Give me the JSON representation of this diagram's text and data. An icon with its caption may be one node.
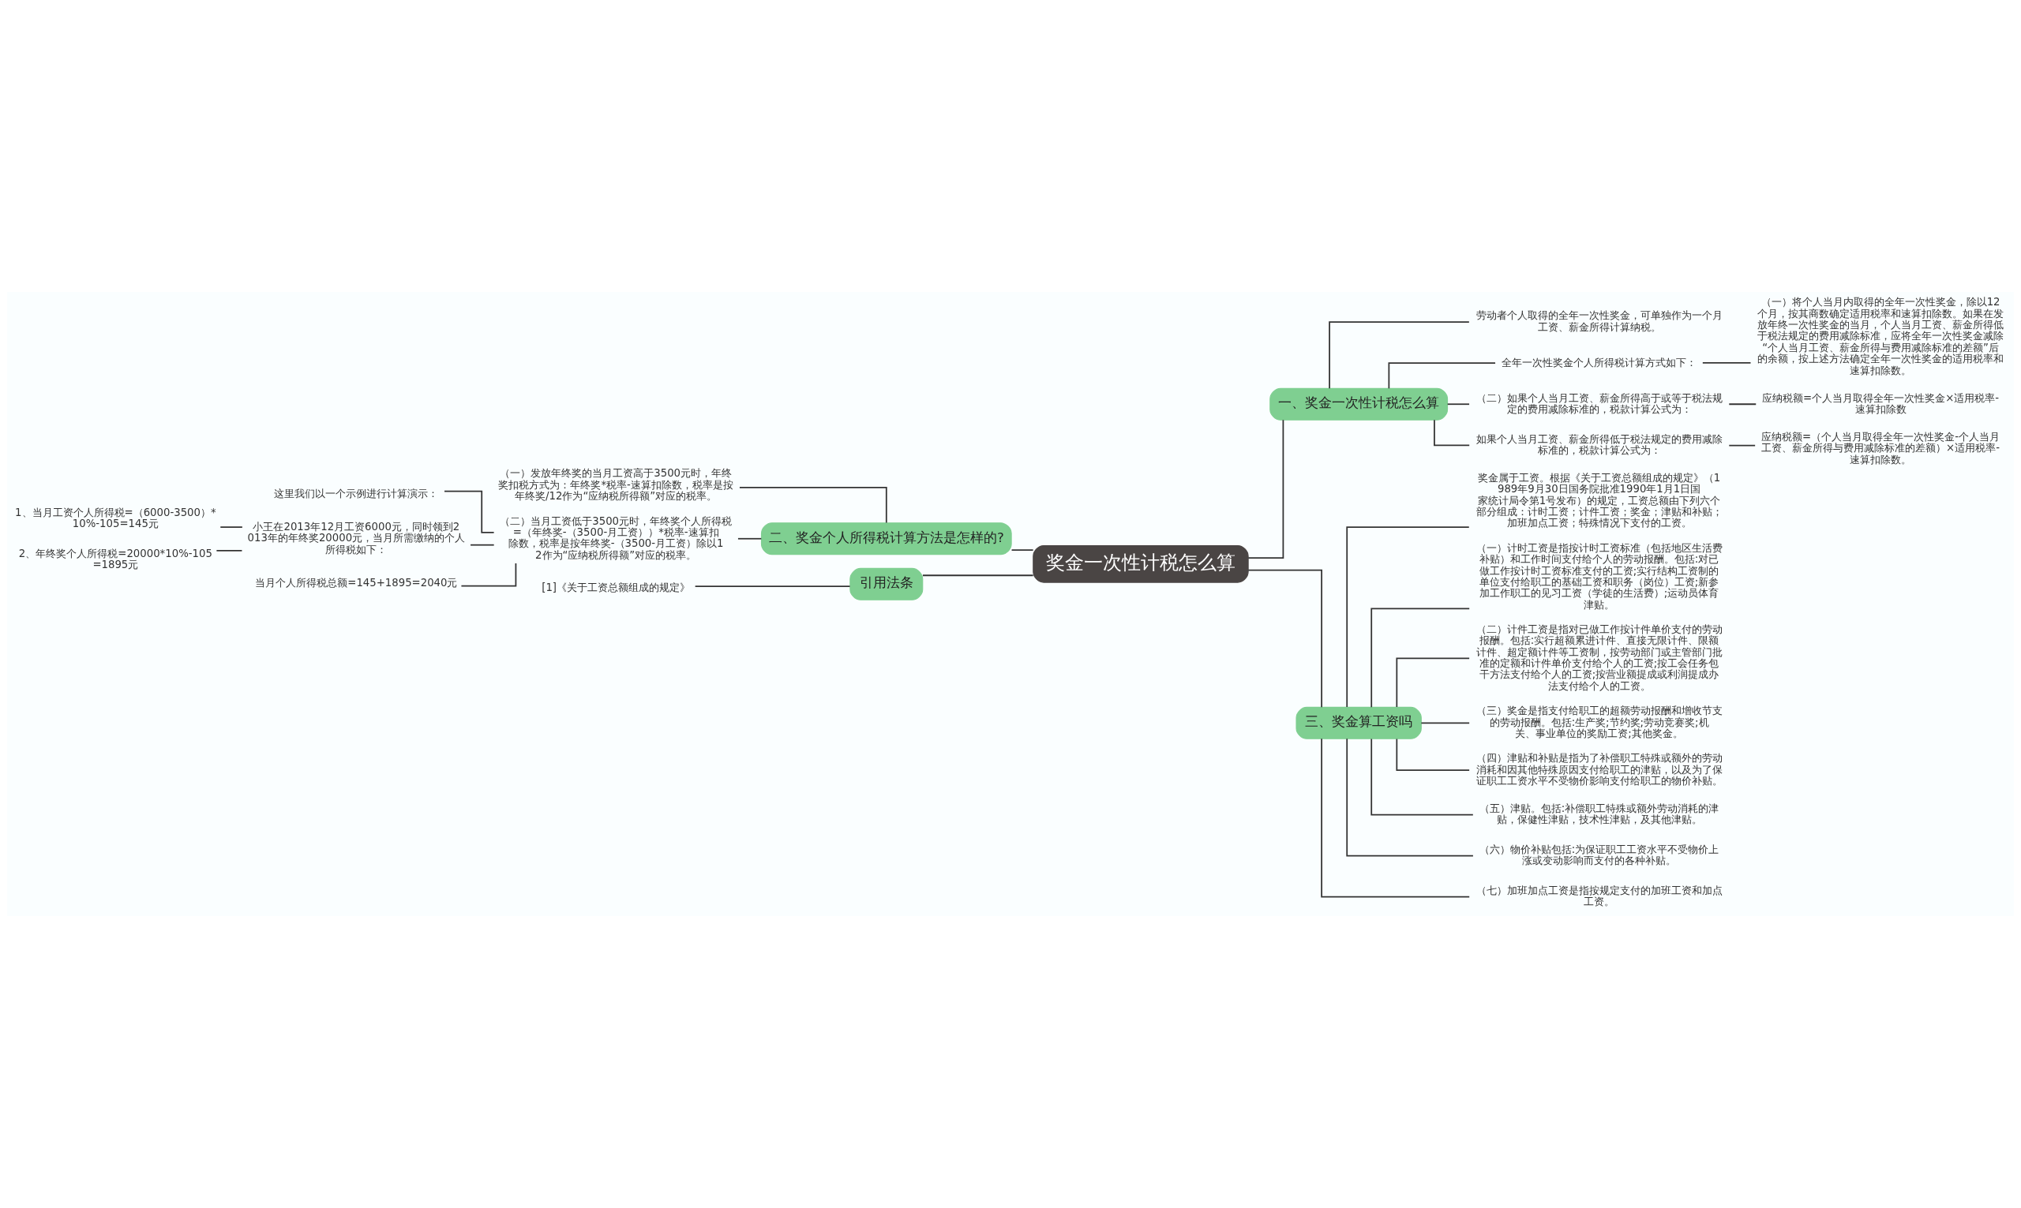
{
  "diagram": {
    "nodes": [
      {
        "text": [
          "奖金一次性计税怎么算"
        ]
      },
      {
        "text": [
          "一、奖金一次性计税怎么算"
        ]
      },
      {
        "text": [
          "劳动者个人取得的全年一次性奖金，可单独作为一个月工资、薪金所得计算纳税。"
        ]
      },
      {
        "text": [
          "全年一次性奖金个人所得税计算方式如下："
        ]
      },
      {
        "text": [
          "（一）将个人当月内取得的全年一次性奖金，除以12个月，按其商数确定适用税率和速算扣除数。如果在发放年终一次性奖金的当月，个人当月工资、薪金所得低于税法规定的费用减除标准，应将全年一次性奖金减除“个人当月工资、薪金所得与费用减除标准的差额”后的余额，按上述方法确定全年一次性奖金的适用税率和速算扣除数。"
        ]
      },
      {
        "text": [
          "（二）如果个人当月工资、薪金所得高于或等于税法规定的费用减除标准的，税款计算公式为："
        ]
      },
      {
        "text": [
          "应纳税额=个人当月取得全年一次性奖金×适用税率-速算扣除数"
        ]
      },
      {
        "text": [
          "如果个人当月工资、薪金所得低于税法规定的费用减除标准的，税款计算公式为："
        ]
      },
      {
        "text": [
          "应纳税额=（个人当月取得全年一次性奖金-个人当月工资、薪金所得与费用减除标准的差额）×适用税率-速算扣除数。"
        ]
      },
      {
        "text": [
          "三、奖金算工资吗"
        ]
      },
      {
        "text": [
          "奖金属于工资。根据《关于工资总额组成的规定》（1989年9月30日国务院批准1990年1月1日国家统计局令第1号发布）的规定，工资总额由下列六个部分组成：计时工资；计件工资；奖金；津贴和补贴；加班加点工资；特殊情况下支付的工资。"
        ]
      },
      {
        "text": [
          "（一）计时工资是指按计时工资标准（包括地区生活费补贴）和工作时间支付给个人的劳动报酬。包括:对已做工作按计时工资标准支付的工资;实行结构工资制的单位支付给职工的基础工资和职务（岗位）工资;新参加工作职工的见习工资（学徒的生活费）;运动员体育津贴。"
        ]
      },
      {
        "text": [
          "（二）计件工资是指对已做工作按计件单价支付的劳动报酬。包括:实行超额累进计件、直接无限计件、限额计件、超定额计件等工资制，按劳动部门或主管部门批准的定额和计件单价支付给个人的工资;按工会任务包干方法支付给个人的工资;按营业额提成或利润提成办法支付给个人的工资。"
        ]
      },
      {
        "text": [
          "（三）奖金是指支付给职工的超额劳动报酬和增收节支的劳动报酬。包括:生产奖;节约奖;劳动竞赛奖;机关、事业单位的奖励工资;其他奖金。"
        ]
      },
      {
        "text": [
          "（四）津贴和补贴是指为了补偿职工特殊或额外的劳动消耗和因其他特殊原因支付给职工的津贴，以及为了保证职工工资水平不受物价影响支付给职工的物价补贴。"
        ]
      },
      {
        "text": [
          "（五）津贴。包括:补偿职工特殊或额外劳动消耗的津贴，保健性津贴，技术性津贴，及其他津贴。"
        ]
      },
      {
        "text": [
          "（六）物价补贴包括:为保证职工工资水平不受物价上涨或变动影响而支付的各种补贴。"
        ]
      },
      {
        "text": [
          "（七）加班加点工资是指按规定支付的加班工资和加点工资。"
        ]
      },
      {
        "text": [
          "二、奖金个人所得税计算方法是怎样的?"
        ]
      },
      {
        "text": [
          "（一）发放年终奖的当月工资高于3500元时，年终奖扣税方式为：年终奖*税率-速算扣除数，税率是按年终奖/12作为“应纳税所得额”对应的税率。"
        ]
      },
      {
        "text": [
          "（二）当月工资低于3500元时，年终奖个人所得税=（年终奖-（3500-月工资））*税率-速算扣除数，税率是按年终奖-（3500-月工资）除以12作为“应纳税所得额”对应的税率。"
        ]
      },
      {
        "text": [
          "这里我们以一个示例进行计算演示："
        ]
      },
      {
        "text": [
          "小王在2013年12月工资6000元，同时领到2013年的年终奖20000元，当月所需缴纳的个人所得税如下："
        ]
      },
      {
        "text": [
          "1、当月工资个人所得税=（6000-3500）*10%-105=145元"
        ]
      },
      {
        "text": [
          "2、年终奖个人所得税=20000*10%-105=1895元"
        ]
      },
      {
        "text": [
          "当月个人所得税总额=145+1895=2040元"
        ]
      },
      {
        "text": [
          "引用法条"
        ]
      },
      {
        "text": [
          "[1]《关于工资总额组成的规定》"
        ]
      }
    ],
    "edges": [
      {
        "from": 0,
        "to": 1,
        "arrow": "none"
      },
      {
        "from": 1,
        "to": 2,
        "arrow": "none"
      },
      {
        "from": 1,
        "to": 3,
        "arrow": "none"
      },
      {
        "from": 3,
        "to": 4,
        "arrow": "none"
      },
      {
        "from": 1,
        "to": 5,
        "arrow": "none"
      },
      {
        "from": 5,
        "to": 6,
        "arrow": "none"
      },
      {
        "from": 1,
        "to": 7,
        "arrow": "none"
      },
      {
        "from": 7,
        "to": 8,
        "arrow": "none"
      },
      {
        "from": 0,
        "to": 9,
        "arrow": "none"
      },
      {
        "from": 9,
        "to": 10,
        "arrow": "none"
      },
      {
        "from": 9,
        "to": 11,
        "arrow": "none"
      },
      {
        "from": 9,
        "to": 12,
        "arrow": "none"
      },
      {
        "from": 9,
        "to": 13,
        "arrow": "none"
      },
      {
        "from": 9,
        "to": 14,
        "arrow": "none"
      },
      {
        "from": 9,
        "to": 15,
        "arrow": "none"
      },
      {
        "from": 9,
        "to": 16,
        "arrow": "none"
      },
      {
        "from": 9,
        "to": 17,
        "arrow": "none"
      },
      {
        "from": 0,
        "to": 18,
        "arrow": "none"
      },
      {
        "from": 18,
        "to": 19,
        "arrow": "none"
      },
      {
        "from": 18,
        "to": 20,
        "arrow": "none"
      },
      {
        "from": 20,
        "to": 21,
        "arrow": "none"
      },
      {
        "from": 20,
        "to": 22,
        "arrow": "none"
      },
      {
        "from": 22,
        "to": 23,
        "arrow": "none"
      },
      {
        "from": 22,
        "to": 24,
        "arrow": "none"
      },
      {
        "from": 20,
        "to": 25,
        "arrow": "none"
      },
      {
        "from": 0,
        "to": 26,
        "arrow": "none"
      },
      {
        "from": 26,
        "to": 27,
        "arrow": "none"
      }
    ]
  }
}
